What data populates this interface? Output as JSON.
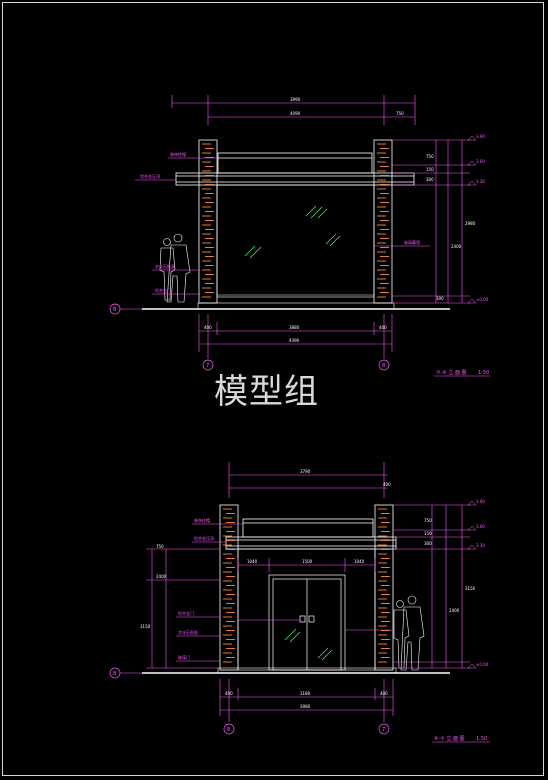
{
  "watermark": "模型组",
  "colors": {
    "background": "#000000",
    "line_white": "#ffffff",
    "dimension_magenta": "#ff55ff",
    "dimension_cyan": "#00e5ff",
    "masonry_orange": "#ff8c3a",
    "glass_green": "#37ff6a",
    "ground": "#ffffff"
  },
  "elevation_top": {
    "title": "⑦-⑧ 立 面 图",
    "scale": "1:50",
    "axis_start": "7",
    "axis_end": "8",
    "row_axis": "B",
    "dims_top": [
      "3990",
      "4090",
      "750"
    ],
    "dims_bottom": [
      "400",
      "3880",
      "400",
      "4390"
    ],
    "dims_right": [
      "750",
      "150",
      "300",
      "2400",
      "2980",
      "300"
    ],
    "elevations": [
      "3.90",
      "3.60",
      "3.30",
      "±0.00"
    ],
    "labels": [
      "装饰柱帽",
      "铝合金压顶",
      "玻璃幕墙",
      "文化石贴面",
      "铝合金门"
    ],
    "glass_label": "玻璃幕墙"
  },
  "elevation_bottom": {
    "title": "⑧-⑦ 立 面 图",
    "scale": "1:50",
    "axis_start": "8",
    "axis_end": "7",
    "row_axis": "B",
    "dims_top": [
      "3790",
      "400"
    ],
    "dims_inner": [
      "1040",
      "1500",
      "1040"
    ],
    "dims_bottom": [
      "400",
      "3180",
      "400",
      "3980"
    ],
    "dims_right": [
      "750",
      "150",
      "300",
      "2400",
      "3150"
    ],
    "dims_left": [
      "750",
      "3150",
      "2400"
    ],
    "elevations": [
      "3.90",
      "3.60",
      "3.30",
      "±0.00"
    ],
    "labels": [
      "装饰柱帽",
      "铝合金压顶",
      "铝合金门",
      "文化石贴面",
      "玻璃门"
    ]
  }
}
